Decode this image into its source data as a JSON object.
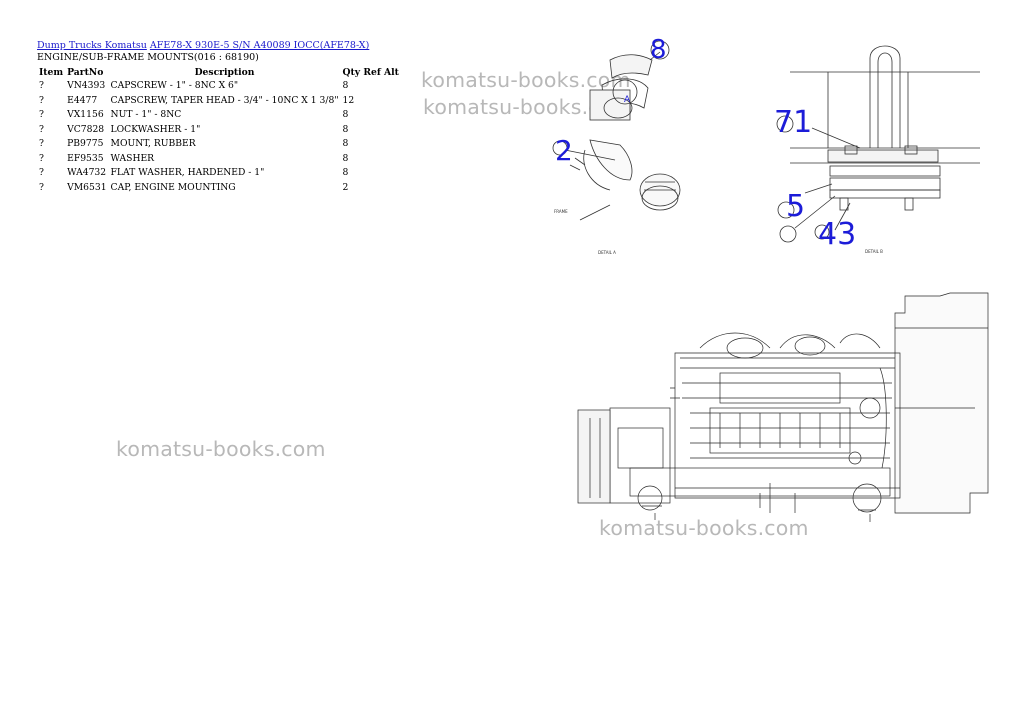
{
  "breadcrumb": {
    "link1": "Dump Trucks Komatsu",
    "link2": "AFE78-X 930E-5 S/N A40089 IOCC(AFE78-X)"
  },
  "section_title": "ENGINE/SUB-FRAME MOUNTS(016 : 68190)",
  "table": {
    "headers": {
      "item": "Item",
      "partno": "PartNo",
      "description": "Description",
      "qty": "Qty",
      "ref": "Ref",
      "alt": "Alt"
    },
    "rows": [
      {
        "item": "?",
        "partno": "VN4393",
        "description": "CAPSCREW - 1\" - 8NC X 6\"",
        "qty": "8"
      },
      {
        "item": "?",
        "partno": "E4477",
        "description": "CAPSCREW, TAPER HEAD - 3/4\" - 10NC X 1 3/8\"",
        "qty": "12"
      },
      {
        "item": "?",
        "partno": "VX1156",
        "description": "NUT - 1\" - 8NC",
        "qty": "8"
      },
      {
        "item": "?",
        "partno": "VC7828",
        "description": "LOCKWASHER - 1\"",
        "qty": "8"
      },
      {
        "item": "?",
        "partno": "PB9775",
        "description": "MOUNT, RUBBER",
        "qty": "8"
      },
      {
        "item": "?",
        "partno": "EF9535",
        "description": "WASHER",
        "qty": "8"
      },
      {
        "item": "?",
        "partno": "WA4732",
        "description": "FLAT WASHER, HARDENED - 1\"",
        "qty": "8"
      },
      {
        "item": "?",
        "partno": "VM6531",
        "description": "CAP, ENGINE MOUNTING",
        "qty": "2"
      }
    ]
  },
  "watermarks": [
    "komatsu-books.com",
    "komatsu-books.com",
    "komatsu-books.com",
    "komatsu-books.com"
  ],
  "diagram": {
    "callouts": {
      "c8": "8",
      "c2": "2",
      "c71": "71",
      "c5": "5",
      "c43": "43"
    },
    "labels": {
      "frame": "FRAME",
      "detail_a": "DETAIL A",
      "detail_b": "DETAIL B",
      "a": "A",
      "b": "B"
    }
  },
  "colors": {
    "link": "#1a1acc",
    "callout": "#1c1cd8",
    "watermark": "#b8b8b8"
  }
}
